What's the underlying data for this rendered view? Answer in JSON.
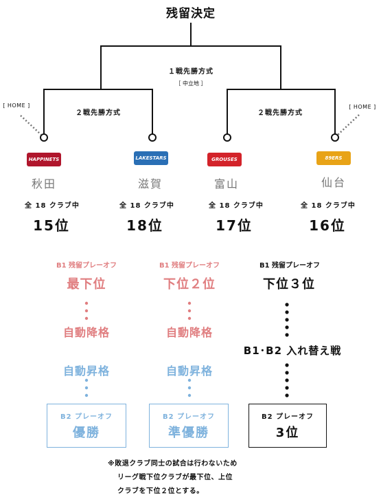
{
  "title": "残留決定",
  "final": {
    "method": "１戦先勝方式",
    "venue": "［ 中立地 ］"
  },
  "left_semi": {
    "method": "２戦先勝方式"
  },
  "right_semi": {
    "method": "２戦先勝方式"
  },
  "home_label": "[ HOME ]",
  "teams": [
    {
      "city": "秋田",
      "logo": "HAPPINETS",
      "count": "全 18 クラブ中",
      "rank": "15位",
      "color": "#b0162c"
    },
    {
      "city": "滋賀",
      "logo": "LAKESTARS",
      "count": "全 18 クラブ中",
      "rank": "18位",
      "color": "#2a6fb5"
    },
    {
      "city": "富山",
      "logo": "GROUSES",
      "count": "全 18 クラブ中",
      "rank": "17位",
      "color": "#d3232a"
    },
    {
      "city": "仙台",
      "logo": "89ERS",
      "count": "全 18 クラブ中",
      "rank": "16位",
      "color": "#e8a317"
    }
  ],
  "outcomes": [
    {
      "po": "B1 残留プレーオフ",
      "pos": "最下位",
      "mid": "自動降格",
      "low": "自動昇格",
      "box_small": "B2 プレーオフ",
      "box_big": "優勝"
    },
    {
      "po": "B1 残留プレーオフ",
      "pos": "下位２位",
      "mid": "自動降格",
      "low": "自動昇格",
      "box_small": "B2 プレーオフ",
      "box_big": "準優勝"
    },
    {
      "po": "B1 残留プレーオフ",
      "pos": "下位３位",
      "mid": "B1･B2 入れ替え戦",
      "box_small": "B2 プレーオフ",
      "box_big": "3位"
    }
  ],
  "note": [
    "※敗退クラブ同士の試合は行わないため",
    "リーグ戦下位クラブが最下位、上位",
    "クラブを下位２位とする。"
  ],
  "colors": {
    "red": "#e07e80",
    "blue": "#7eb2dd",
    "line": "#111111",
    "dots": "#777777"
  }
}
